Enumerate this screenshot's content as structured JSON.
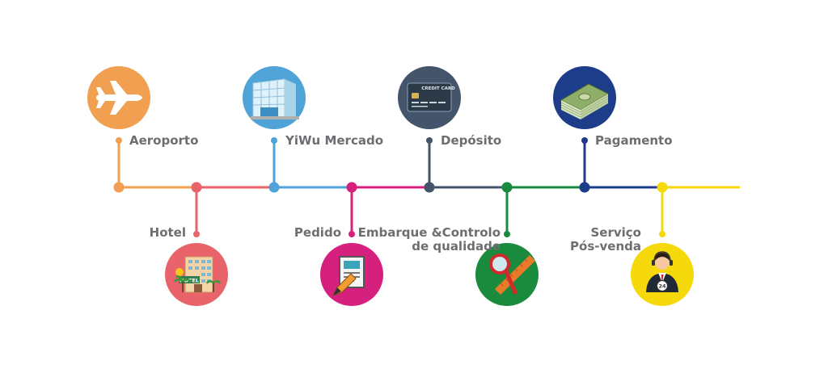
{
  "steps": [
    {
      "label": "Aeroporto",
      "color": "#f0a050",
      "position": "above",
      "icon": "airplane-icon"
    },
    {
      "label": "Hotel",
      "color": "#e8636a",
      "position": "below",
      "icon": "hotel-icon"
    },
    {
      "label": "YiWu Mercado",
      "color": "#4fa3d6",
      "position": "above",
      "icon": "market-building-icon"
    },
    {
      "label": "Pedido",
      "color": "#d6207e",
      "position": "below",
      "icon": "order-document-icon"
    },
    {
      "label": "Depósito",
      "color": "#44546a",
      "position": "above",
      "icon": "credit-card-icon"
    },
    {
      "label_lines": [
        "Embarque &Controlo",
        "de qualidade"
      ],
      "color": "#1a8a3c",
      "position": "below",
      "icon": "magnifier-ruler-icon"
    },
    {
      "label": "Pagamento",
      "color": "#1d3d8a",
      "position": "above",
      "icon": "money-stack-icon"
    },
    {
      "label_lines": [
        "Serviço",
        "Pós-venda"
      ],
      "color": "#f5d90a",
      "position": "below",
      "icon": "support-agent-icon"
    }
  ],
  "credit_card_text": "CREDIT CARD",
  "hotel_sign_text": "HOTEL",
  "support_badge_text": "24"
}
